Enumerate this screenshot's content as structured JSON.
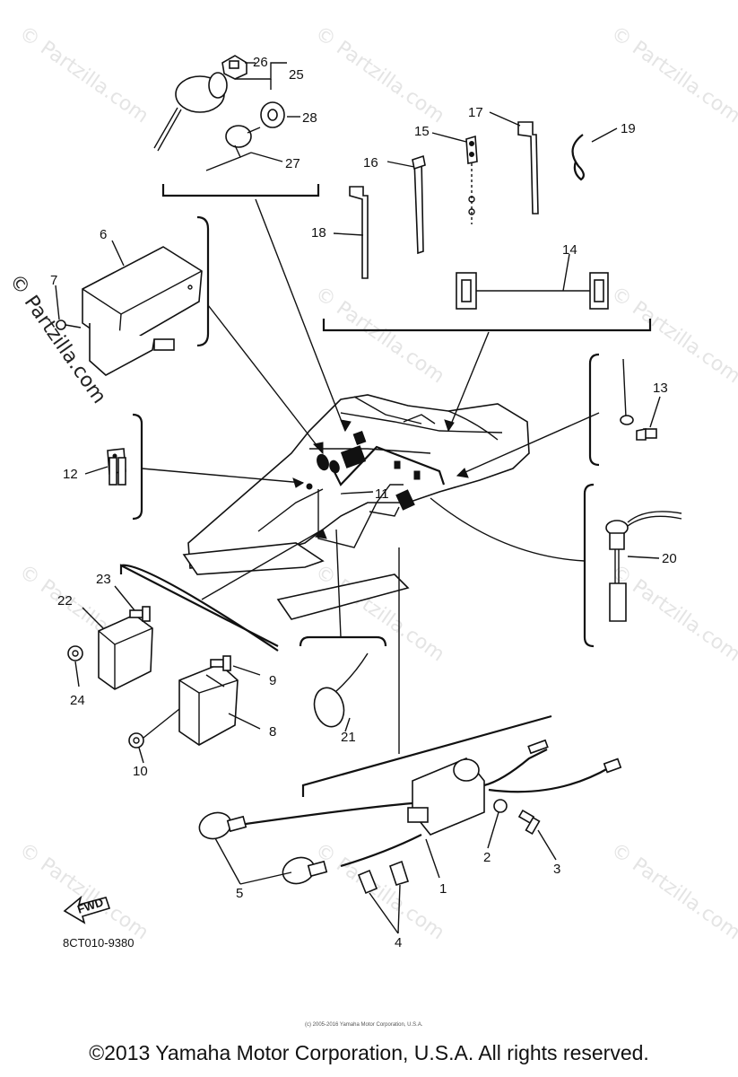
{
  "diagram_code": "8CT010-9380",
  "copyright": "©2013 Yamaha Motor Corporation, U.S.A. All rights reserved.",
  "copyright_small": "(c) 2005-2016 Yamaha Motor Corporation, U.S.A.",
  "watermark": "© Partzilla.com",
  "fwd_label": "FWD",
  "callouts": [
    "1",
    "2",
    "3",
    "4",
    "5",
    "6",
    "7",
    "8",
    "9",
    "10",
    "11",
    "12",
    "13",
    "14",
    "15",
    "16",
    "17",
    "18",
    "19",
    "20",
    "21",
    "22",
    "23",
    "24",
    "25",
    "26",
    "27",
    "28"
  ]
}
